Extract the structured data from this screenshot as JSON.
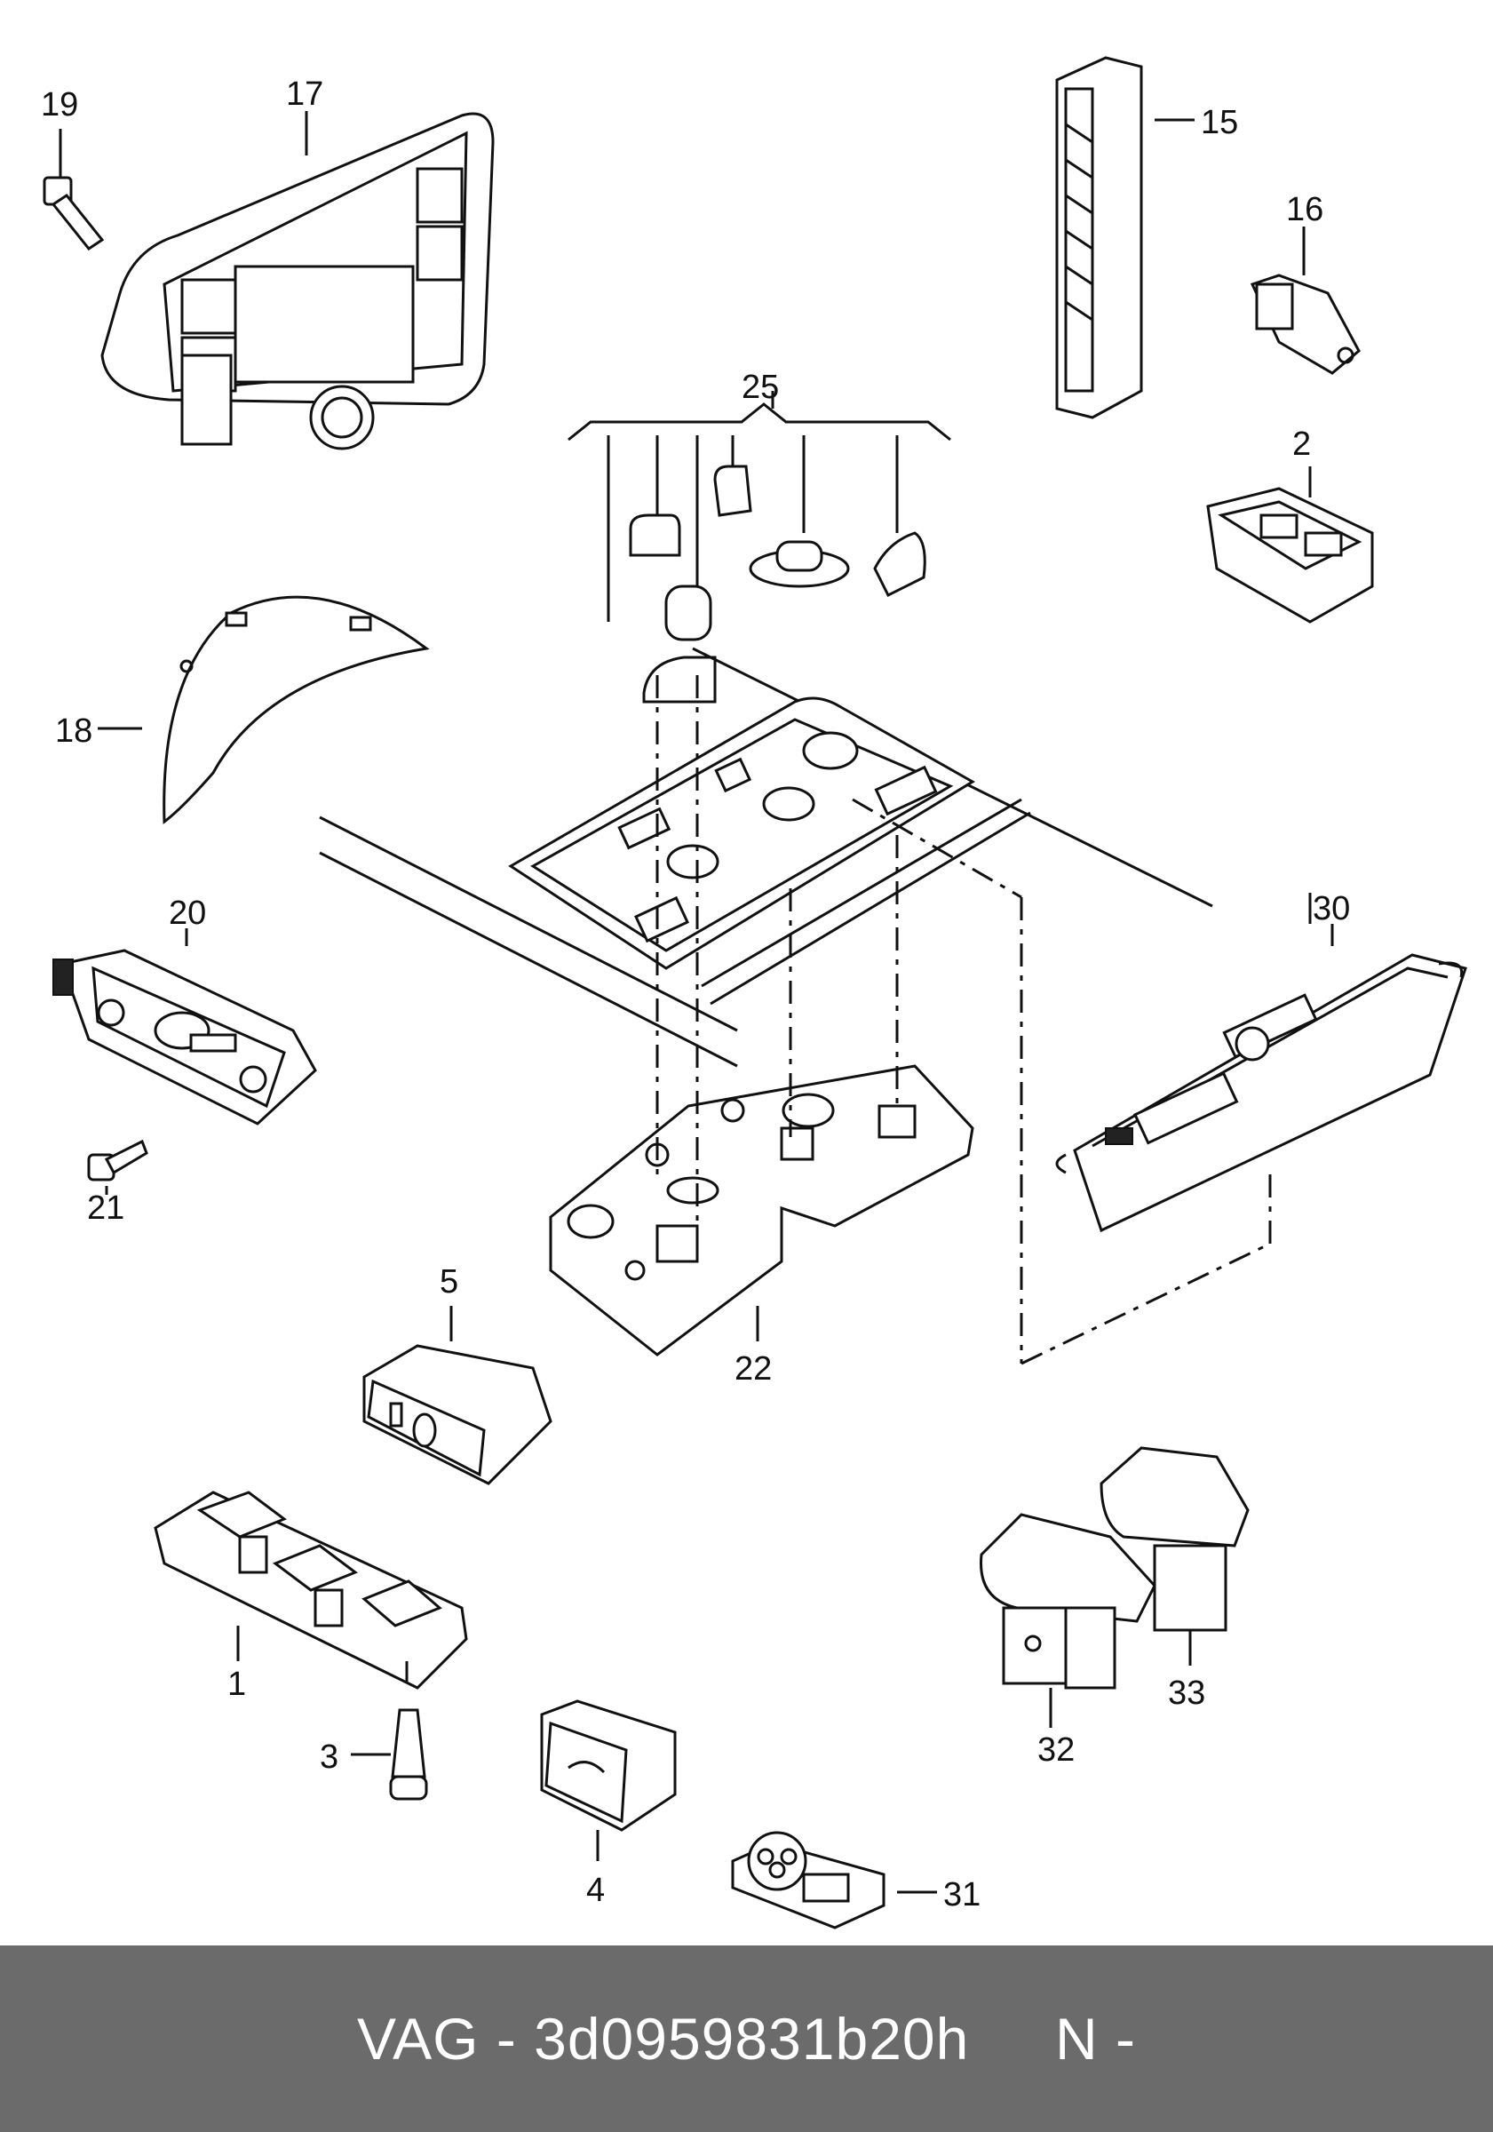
{
  "callouts": {
    "c1": "1",
    "c2": "2",
    "c3": "3",
    "c4": "4",
    "c5": "5",
    "c15": "15",
    "c16": "16",
    "c17": "17",
    "c18": "18",
    "c19": "19",
    "c20": "20",
    "c21": "21",
    "c22": "22",
    "c25": "25",
    "c30": "30",
    "c31": "31",
    "c32": "32",
    "c33": "33"
  },
  "footer": {
    "caption": "VAG - 3d0959831b20h     N -"
  }
}
